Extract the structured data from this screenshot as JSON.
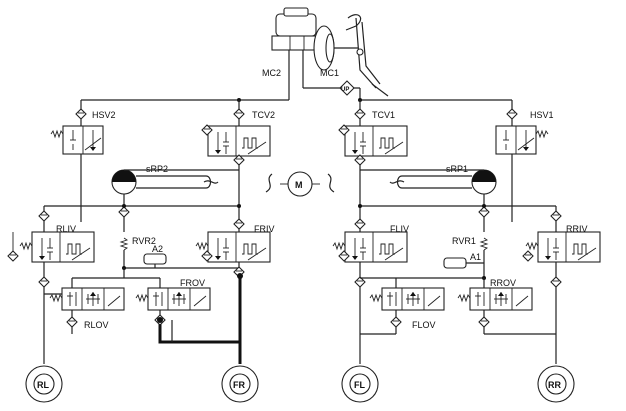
{
  "labels": {
    "mc1": "MC1",
    "mc2": "MC2",
    "up": "UP",
    "motor": "M",
    "hsv1": "HSV1",
    "hsv2": "HSV2",
    "tcv1": "TCV1",
    "tcv2": "TCV2",
    "srp1": "sRP1",
    "srp2": "sRP2",
    "fliv": "FLIV",
    "friv": "FRIV",
    "rliv": "RLIV",
    "rriv": "RRIV",
    "rvr1": "RVR1",
    "rvr2": "RVR2",
    "a1": "A1",
    "a2": "A2",
    "flov": "FLOV",
    "frov": "FROV",
    "rlov": "RLOV",
    "rrov": "RROV"
  },
  "wheels": {
    "rl": "RL",
    "fr": "FR",
    "fl": "FL",
    "rr": "RR"
  }
}
